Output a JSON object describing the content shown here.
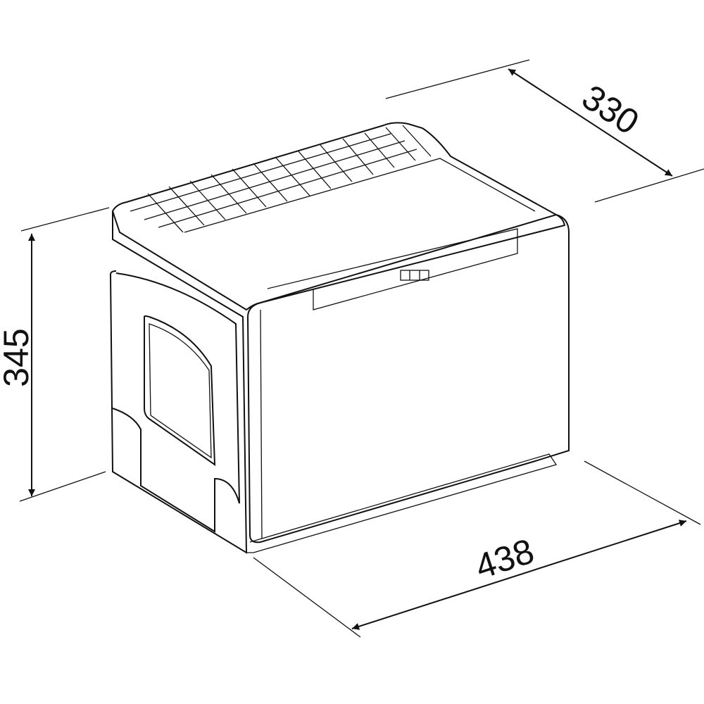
{
  "drawing": {
    "dimensions": {
      "depth": "330",
      "height": "345",
      "width": "438"
    },
    "line_color": "#111111",
    "background": "#ffffff"
  }
}
